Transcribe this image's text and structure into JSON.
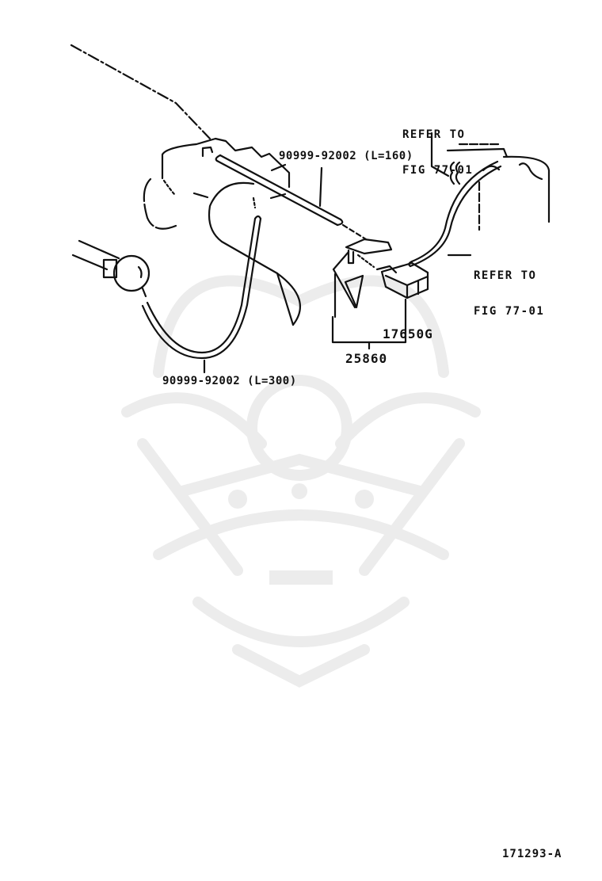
{
  "diagram": {
    "type": "parts-exploded-diagram",
    "figure_code": "171293-A",
    "watermark": "samurai-helmet-logo",
    "colors": {
      "line": "#111111",
      "watermark": "#ececec",
      "background": "#ffffff"
    },
    "callouts": [
      {
        "id": "hose-upper",
        "part_number": "90999-92002",
        "text": "90999-92002 (L=160)",
        "length": "L=160"
      },
      {
        "id": "hose-lower",
        "part_number": "90999-92002",
        "text": "90999-92002 (L=300)",
        "length": "L=300"
      },
      {
        "id": "vsv",
        "part_number": "17650G",
        "text": "17650G"
      },
      {
        "id": "bracket-assy",
        "part_number": "25860",
        "text": "25860"
      },
      {
        "id": "refer-top",
        "line1": "REFER TO",
        "line2": "FIG 77-01"
      },
      {
        "id": "refer-right",
        "line1": "REFER TO",
        "line2": "FIG 77-01"
      }
    ]
  }
}
